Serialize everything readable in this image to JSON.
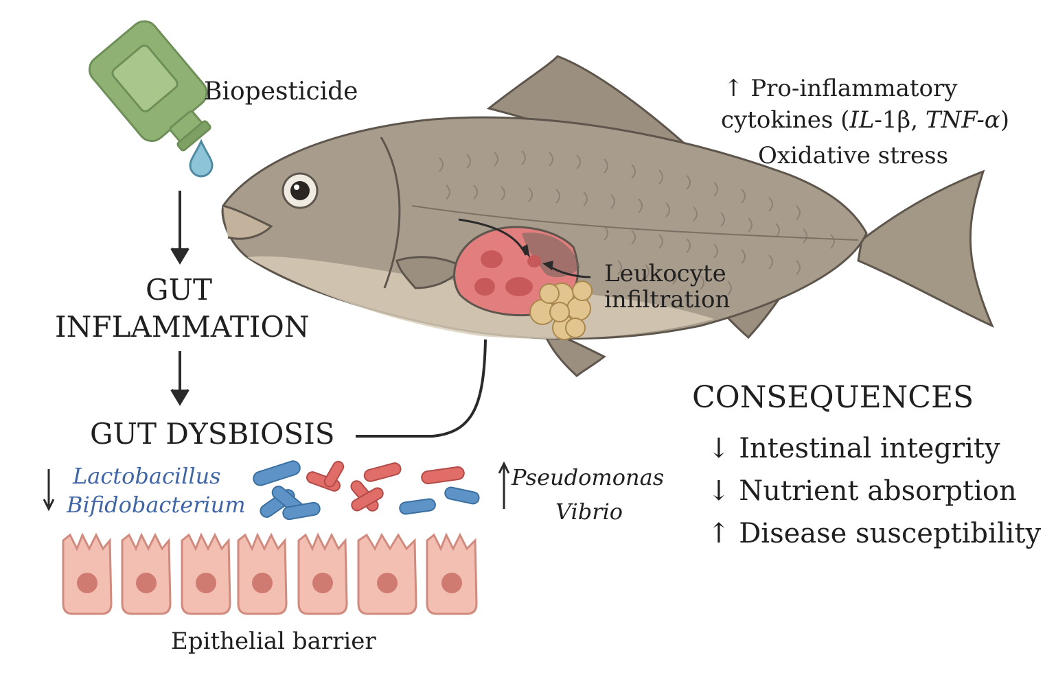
{
  "labels": {
    "biopesticide": "Biopesticide",
    "gut_inflammation_line1": "GUT",
    "gut_inflammation_line2": "INFLAMMATION",
    "gut_dysbiosis": "GUT DYSBIOSIS",
    "lactobacillus": "Lactobacillus",
    "bifidobacterium": "Bifidobacterium",
    "pseudomonas": "Pseudomonas",
    "vibrio": "Vibrio",
    "epithelial_barrier": "Epithelial barrier",
    "leukocyte_line1": "Leukocyte",
    "leukocyte_line2": "infiltration",
    "cytokines_line1": "↑ Pro-inflammatory",
    "cytokines_line2_a": "cytokines (",
    "cytokines_il": "IL",
    "cytokines_line2_b": "-1β, ",
    "cytokines_tnf": "TNF-α",
    "cytokines_line2_c": ")",
    "oxidative_stress": "Oxidative stress",
    "consequences_title": "CONSEQUENCES",
    "consequences": [
      "↓ Intestinal integrity",
      "↓ Nutrient absorption",
      "↑ Disease susceptibility"
    ]
  },
  "colors": {
    "bottle": "#8fb174",
    "drop": "#8ec4d8",
    "fish_body": "#a89c8c",
    "fish_belly": "#d8cdb9",
    "gut_red": "#e27e7e",
    "leukocyte": "#e2c48e",
    "epithelium": "#f3bfb2",
    "nucleus": "#cf7b72",
    "beneficial_bacteria": "#5e93c8",
    "pathogenic_bacteria": "#e06d68",
    "arrow": "#2a2a2a"
  }
}
